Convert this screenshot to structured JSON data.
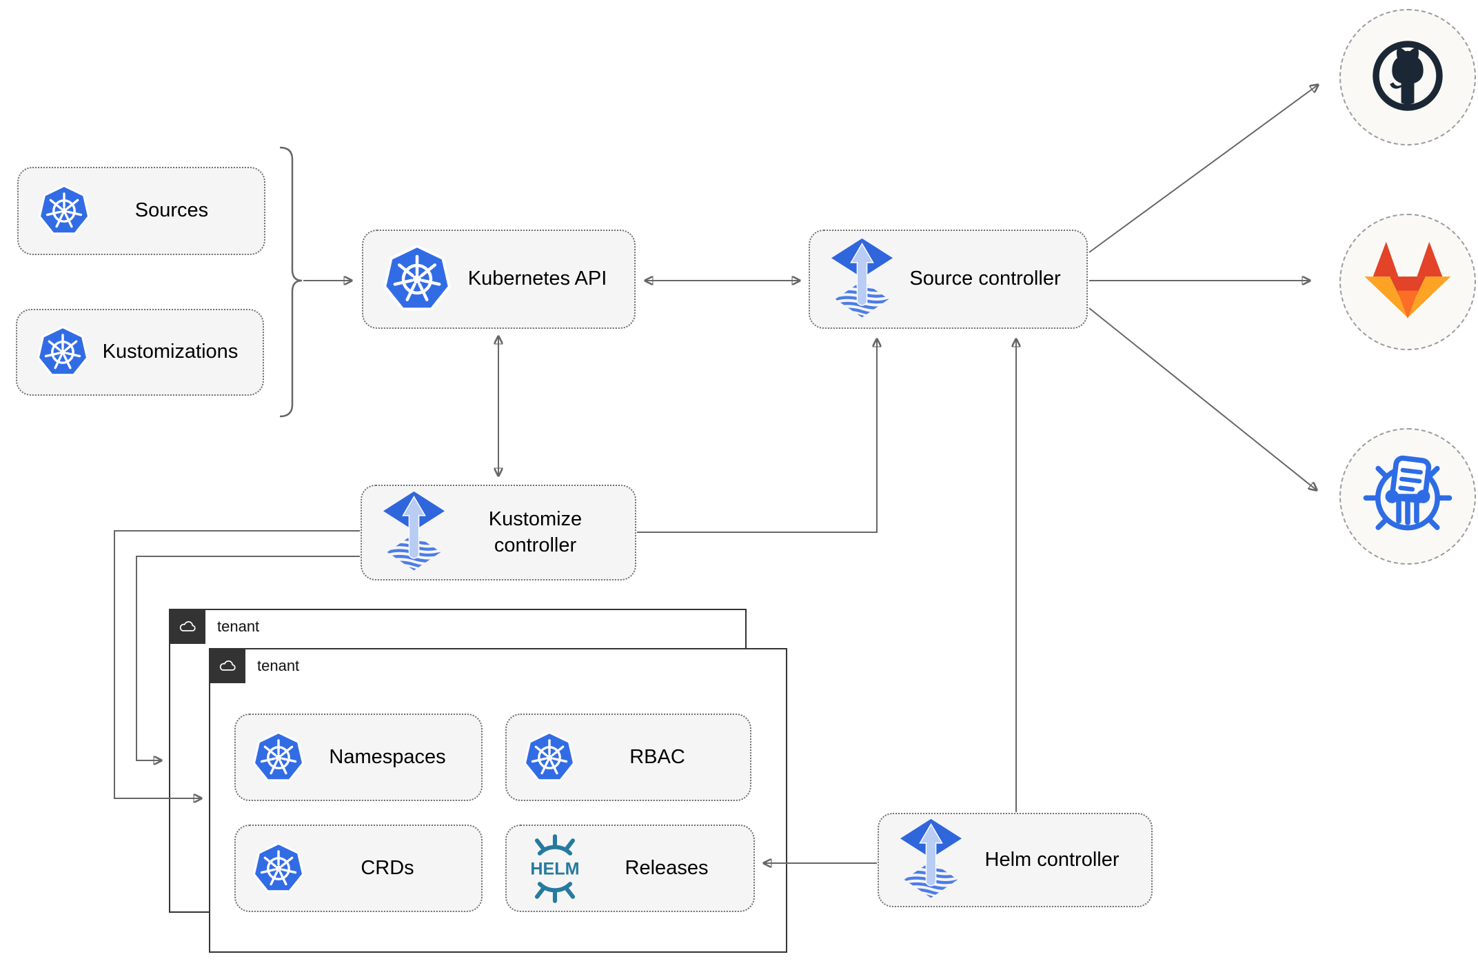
{
  "labels": {
    "sources": "Sources",
    "kustomizations": "Kustomizations",
    "kubernetes_api": "Kubernetes API",
    "source_controller": "Source controller",
    "kustomize_controller": "Kustomize controller",
    "helm_controller": "Helm controller",
    "tenant_outer": "tenant",
    "tenant_inner": "tenant",
    "namespaces": "Namespaces",
    "rbac": "RBAC",
    "crds": "CRDs",
    "releases": "Releases",
    "helm_logo": "HELM"
  },
  "colors": {
    "k8s_blue": "#326ce5",
    "flux_blue": "#3066dc",
    "flux_arrow": "#b9cdf4",
    "flux_stripe": "#4c7ce8",
    "helm_teal": "#277a9f",
    "github_dark": "#1b2734",
    "gitlab_red": "#e24329",
    "gitlab_orange": "#fc6d26",
    "gitlab_yellow": "#fca326",
    "bucket_blue": "#2d6ce5",
    "line_gray": "#666666",
    "tenant_header": "#333333",
    "node_fill": "#f5f5f5",
    "node_border": "#6e6e6e"
  }
}
